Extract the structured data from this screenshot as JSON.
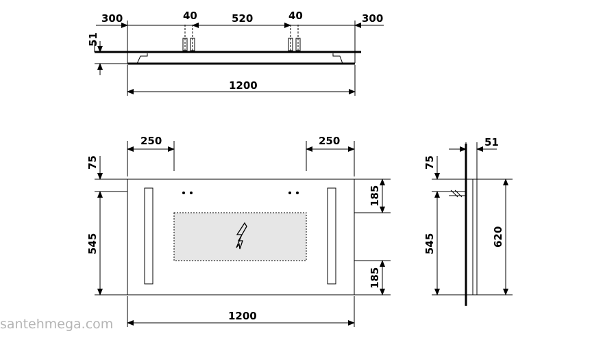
{
  "top_view": {
    "dims": {
      "left_300": "300",
      "left_40": "40",
      "middle_520": "520",
      "right_40": "40",
      "right_300": "300",
      "depth_51": "51",
      "width_1200": "1200"
    }
  },
  "front_view": {
    "dims": {
      "left_250": "250",
      "right_250": "250",
      "top_75": "75",
      "height_545": "545",
      "top_185": "185",
      "bottom_185": "185",
      "width_1200": "1200"
    }
  },
  "side_view": {
    "dims": {
      "depth_51": "51",
      "top_75": "75",
      "height_545": "545",
      "height_620": "620"
    }
  },
  "watermark": "santehmega.com",
  "colors": {
    "line": "#000000",
    "socket_fill": "#e6e6e6",
    "watermark": "#b5b5b5"
  },
  "icons": {
    "socket": "lightning-bolt-icon"
  }
}
